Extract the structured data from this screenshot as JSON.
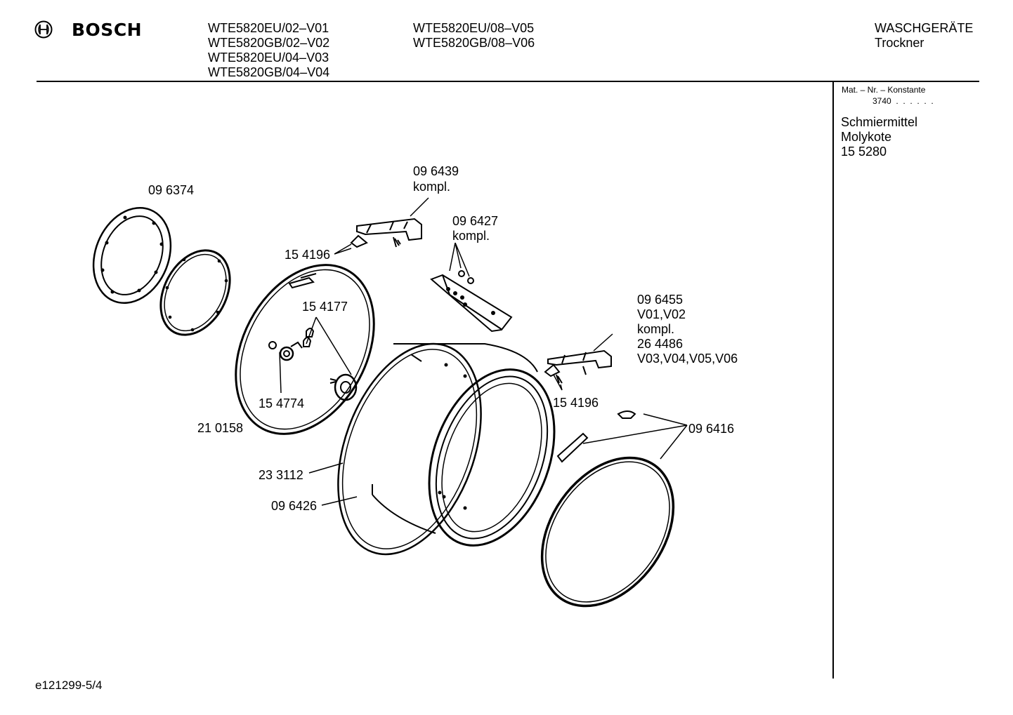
{
  "header": {
    "brand": "BOSCH",
    "models_col1": [
      "WTE5820EU/02–V01",
      "WTE5820GB/02–V02",
      "WTE5820EU/04–V03",
      "WTE5820GB/04–V04"
    ],
    "models_col2": [
      "WTE5820EU/08–V05",
      "WTE5820GB/08–V06"
    ],
    "category": "WASCHGERÄTE",
    "subcategory": "Trockner"
  },
  "sidebar": {
    "mat_label": "Mat. – Nr. – Konstante",
    "mat_value": "3740  .  .  .  .  .  .",
    "lubricant_lines": [
      "Schmiermittel",
      "Molykote",
      "15 5280"
    ]
  },
  "labels": {
    "p096374": "09 6374",
    "p096439": "09 6439",
    "p096439_kompl": "kompl.",
    "p154196_top": "15 4196",
    "p096427": "09 6427",
    "p096427_kompl": "kompl.",
    "p154177": "15 4177",
    "p096455_lines": [
      "09 6455",
      "V01,V02",
      "kompl.",
      "26 4486",
      "V03,V04,V05,V06"
    ],
    "p154774": "15 4774",
    "p154196_right": "15 4196",
    "p210158": "21 0158",
    "p096416": "09 6416",
    "p233112": "23 3112",
    "p096426": "09 6426"
  },
  "footer": {
    "doc_id": "e121299-5/4"
  },
  "colors": {
    "ink": "#000000",
    "paper": "#ffffff"
  }
}
